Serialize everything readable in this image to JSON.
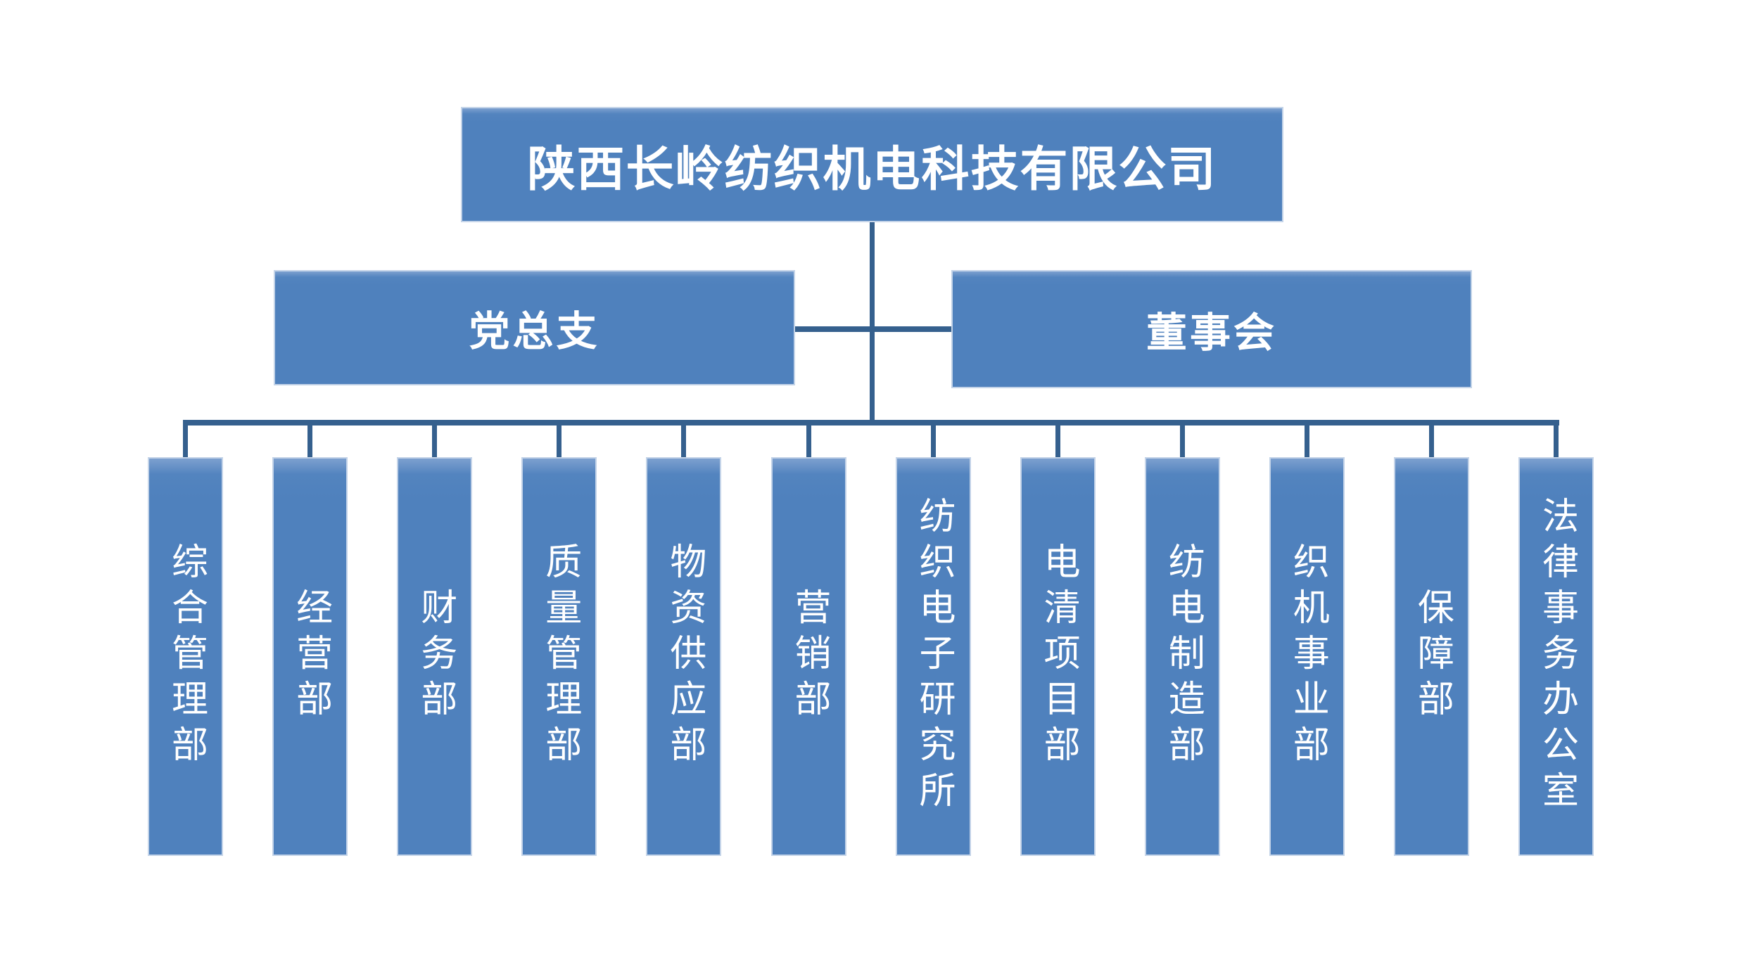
{
  "org": {
    "root": {
      "label": "陕西长岭纺织机电科技有限公司"
    },
    "level2": {
      "party": {
        "label": "党总支"
      },
      "board": {
        "label": "董事会"
      }
    },
    "departments": [
      {
        "label": "综合管理部"
      },
      {
        "label": "经营部"
      },
      {
        "label": "财务部"
      },
      {
        "label": "质量管理部"
      },
      {
        "label": "物资供应部"
      },
      {
        "label": "营销部"
      },
      {
        "label": "纺织电子研究所"
      },
      {
        "label": "电清项目部"
      },
      {
        "label": "纺电制造部"
      },
      {
        "label": "织机事业部"
      },
      {
        "label": "保障部"
      },
      {
        "label": "法律事务办公室"
      }
    ],
    "colors": {
      "box_fill": "#4F81BD",
      "box_border": "#C3D3E8",
      "connector_line": "#35608E",
      "text": "#FFFFFF",
      "background": "#FFFFFF"
    }
  }
}
